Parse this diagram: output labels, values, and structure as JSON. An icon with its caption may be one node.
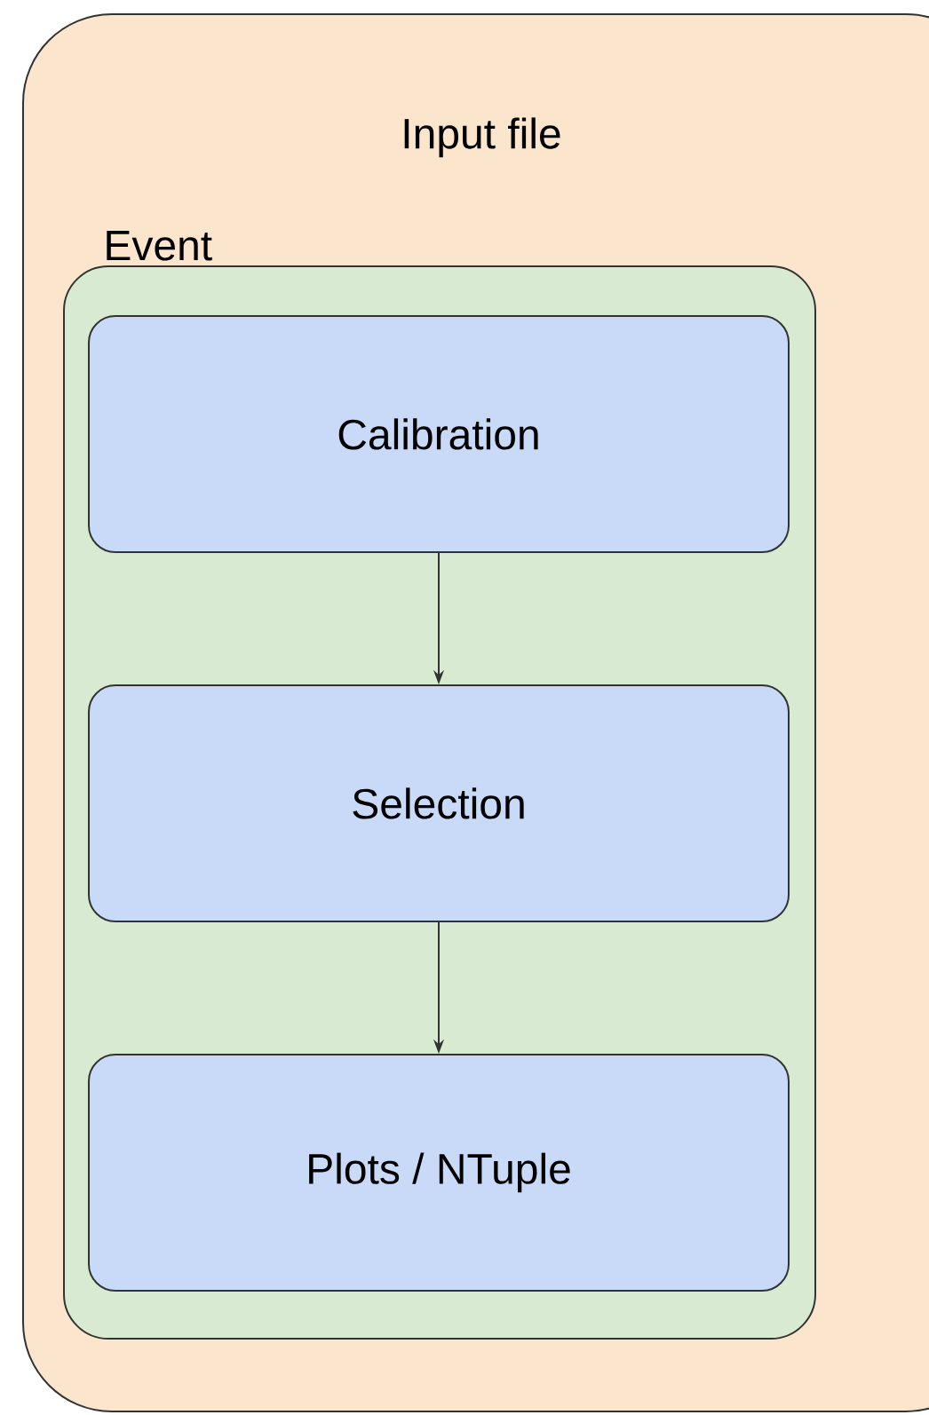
{
  "diagram": {
    "nodes": [
      {
        "text": [
          "Input file"
        ]
      },
      {
        "text": [
          "Event"
        ],
        "in": 0
      },
      {
        "text": [
          "Calibration"
        ],
        "in": 1
      },
      {
        "text": [
          "Selection"
        ],
        "in": 1
      },
      {
        "text": [
          "Plots / NTuple"
        ],
        "in": 1
      }
    ],
    "edges": [
      {
        "from": 2,
        "to": 3,
        "arrow": "to"
      },
      {
        "from": 3,
        "to": 4,
        "arrow": "to"
      }
    ]
  }
}
